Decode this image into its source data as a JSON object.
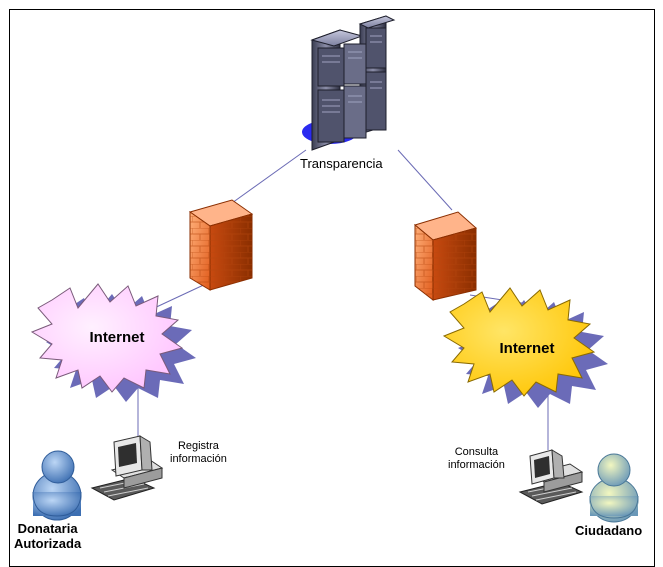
{
  "diagram": {
    "server": {
      "label": "Transparencia",
      "icon": "server-rack-icon"
    },
    "firewalls": [
      {
        "icon": "firewall-brick-icon"
      },
      {
        "icon": "firewall-brick-icon"
      }
    ],
    "clouds": [
      {
        "label": "Internet",
        "fill": "#ffc8ff"
      },
      {
        "label": "Internet",
        "fill": "#ffcc00"
      }
    ],
    "computers": [
      {
        "note": "Registra\ninformación",
        "icon": "desktop-computer-icon"
      },
      {
        "note": "Consulta\ninformación",
        "icon": "desktop-computer-icon"
      }
    ],
    "people": [
      {
        "label": "Donataria\nAutorizada",
        "icon": "person-blue-icon"
      },
      {
        "label": "Ciudadano",
        "icon": "person-green-icon"
      }
    ],
    "colors": {
      "connector": "#6b6bb5",
      "firewall": "#f07a3c",
      "cloud_shadow": "#6b6bb8",
      "person_blue": "#6e9cd6",
      "person_green": "#c8dc8c"
    }
  }
}
